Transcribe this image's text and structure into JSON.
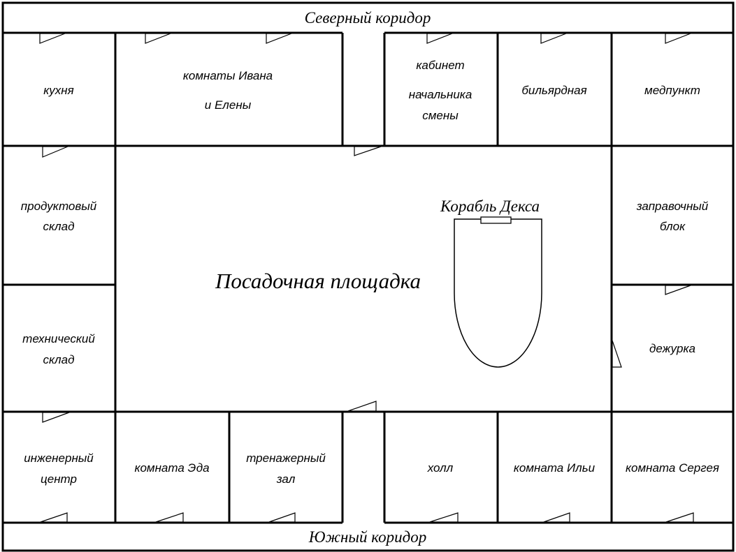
{
  "corridors": {
    "north": "Северный коридор",
    "south": "Южный коридор"
  },
  "landing_pad": "Посадочная площадка",
  "ship": "Корабль Декса",
  "rooms": {
    "kitchen": [
      "кухня"
    ],
    "ivan_elena": [
      "комнаты Ивана",
      "и Елены"
    ],
    "shift_office": [
      "кабинет",
      "начальника",
      "смены"
    ],
    "billiard": [
      "бильярдная"
    ],
    "medical": [
      "медпункт"
    ],
    "food_storage": [
      "продуктовый",
      "склад"
    ],
    "fuel_block": [
      "заправочный",
      "блок"
    ],
    "tech_storage": [
      "технический",
      "склад"
    ],
    "duty_room": [
      "дежурка"
    ],
    "engineering": [
      "инженерный",
      "центр"
    ],
    "ed_room": [
      "комната Эда"
    ],
    "gym": [
      "тренажерный",
      "зал"
    ],
    "hall": [
      "холл"
    ],
    "ilya_room": [
      "комната Ильи"
    ],
    "sergey_room": [
      "комната Сергея"
    ]
  }
}
